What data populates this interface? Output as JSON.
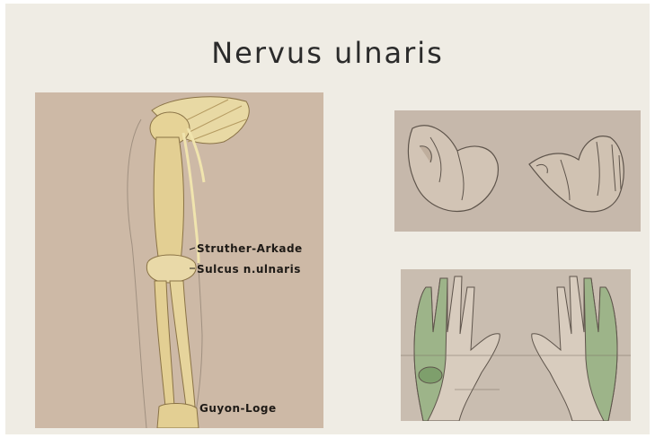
{
  "slide": {
    "title": "Nervus ulnaris"
  },
  "arm_panel": {
    "labels": {
      "struther": "Struther-Arkade",
      "sulcus": "Sulcus n.ulnaris",
      "guyon": "Guyon-Loge"
    }
  },
  "colors": {
    "slide_background": "#efece4",
    "bone": "#e3cf93",
    "nerve": "#f0e4ae",
    "shading_green": "#8fae7c"
  }
}
